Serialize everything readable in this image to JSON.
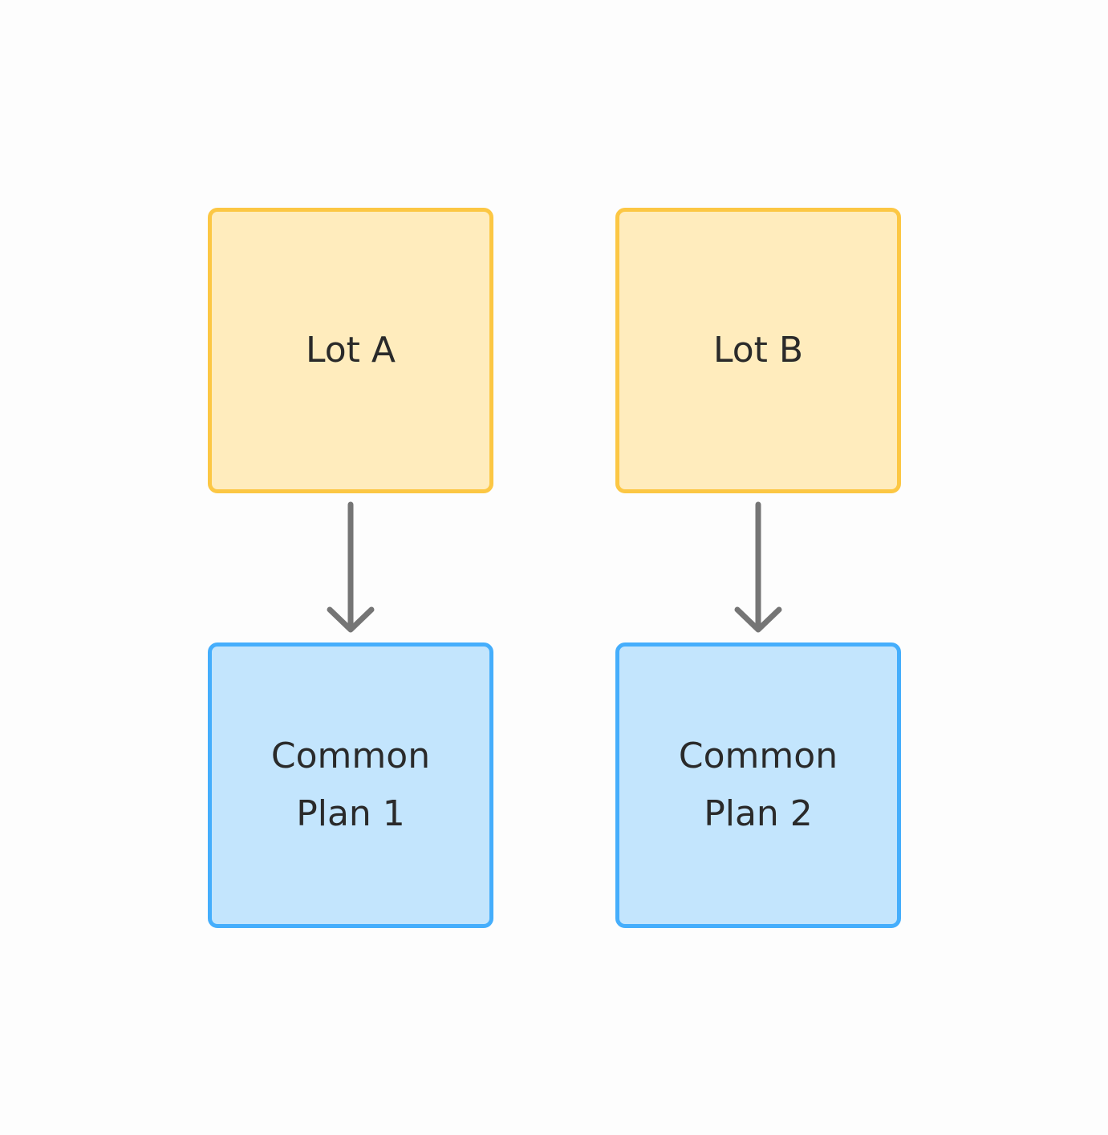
{
  "nodes": {
    "lot_a": {
      "label": "Lot A"
    },
    "lot_b": {
      "label": "Lot B"
    },
    "plan_1": {
      "label": "Common\nPlan 1"
    },
    "plan_2": {
      "label": "Common\nPlan 2"
    }
  },
  "edges": [
    {
      "from": "Lot A",
      "to": "Common Plan 1"
    },
    {
      "from": "Lot B",
      "to": "Common Plan 2"
    }
  ],
  "colors": {
    "lot_fill": "#ffecbd",
    "lot_border": "#fcc744",
    "plan_fill": "#c3e5fd",
    "plan_border": "#45aefc",
    "arrow": "#757575",
    "text": "#2a2a2a"
  }
}
